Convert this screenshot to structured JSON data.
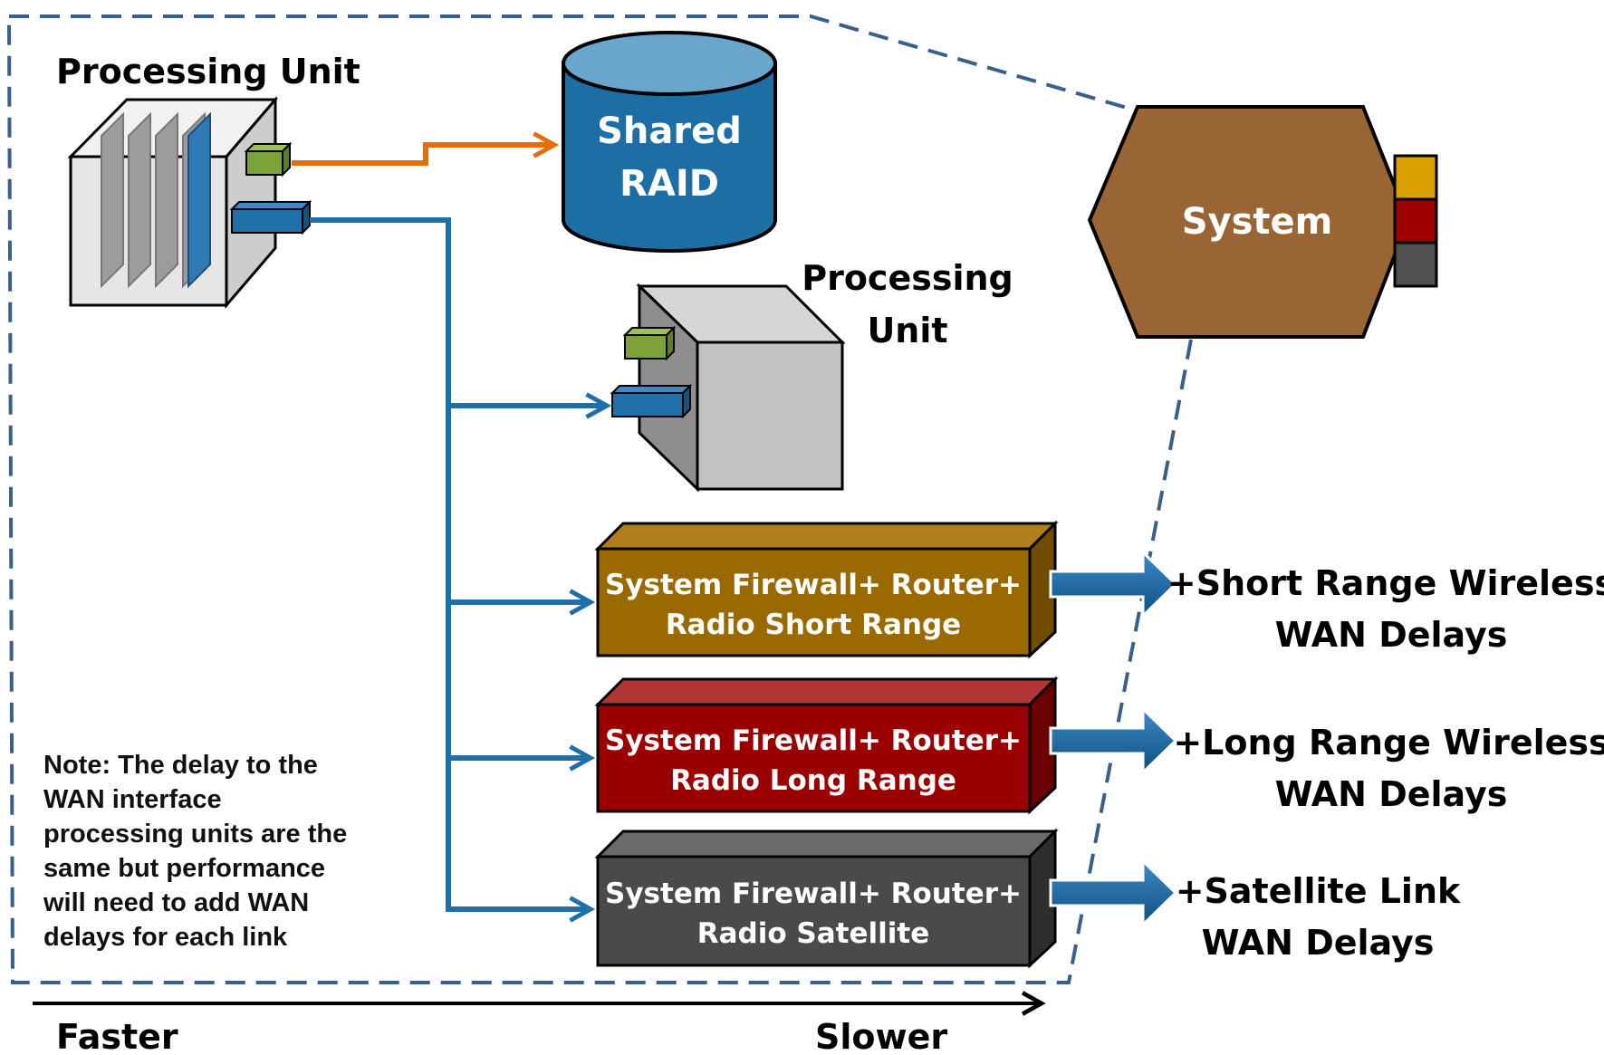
{
  "processing_unit_1": {
    "label": "Processing Unit"
  },
  "shared_raid": {
    "line1": "Shared",
    "line2": "RAID"
  },
  "processing_unit_2": {
    "line1": "Processing",
    "line2": "Unit"
  },
  "system": {
    "label": "System"
  },
  "firewall_short": {
    "line1": "System Firewall+ Router+",
    "line2": "Radio Short Range",
    "color": "#9a6a00"
  },
  "firewall_long": {
    "line1": "System Firewall+ Router+",
    "line2": "Radio Long Range",
    "color": "#9b0000"
  },
  "firewall_satellite": {
    "line1": "System Firewall+ Router+",
    "line2": "Radio Satellite",
    "color": "#4a4a4a"
  },
  "delays": {
    "short": {
      "line1": "+Short Range Wireless",
      "line2": "WAN Delays"
    },
    "long": {
      "line1": "+Long Range Wireless",
      "line2": "WAN Delays"
    },
    "satellite": {
      "line1": "+Satellite Link",
      "line2": "WAN Delays"
    }
  },
  "note": {
    "lines": [
      "Note: The delay to the",
      "WAN interface",
      "processing units are the",
      "same but performance",
      "will need to add WAN",
      "delays for each link"
    ]
  },
  "axis": {
    "left": "Faster",
    "right": "Slower"
  },
  "colors": {
    "dashed_border": "#3a5f8a",
    "orange_link": "#e46c0a",
    "blue_link": "#1f6fa8",
    "raid_fill": "#1c6ea4",
    "system_fill": "#9a6535",
    "gold": "#d9a000",
    "red": "#a00000",
    "gray": "#505050"
  },
  "icons": {
    "raid": "database-cylinder-icon",
    "server": "server-cube-icon",
    "system": "hexagon-system-icon"
  }
}
